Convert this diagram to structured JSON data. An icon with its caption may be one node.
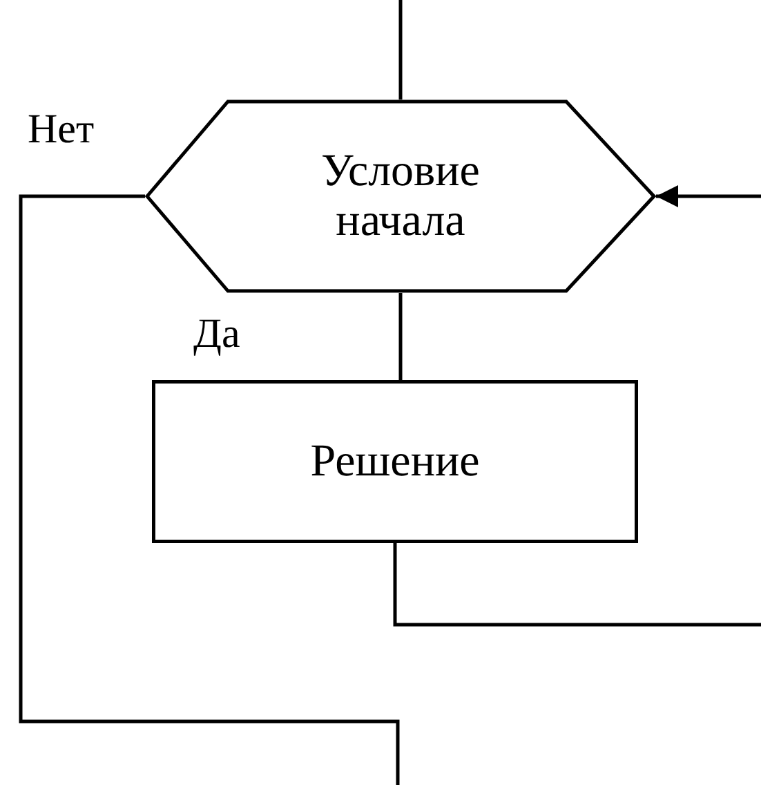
{
  "diagram": {
    "nodes": [
      {
        "text": [
          "Условие начала"
        ]
      },
      {
        "text": [
          "Решение"
        ]
      }
    ],
    "edges": [
      {
        "from": null,
        "to": 0,
        "arrow": "none"
      },
      {
        "from": 0,
        "to": 1,
        "arrow": "none",
        "label": "Да"
      },
      {
        "from": 0,
        "to": null,
        "arrow": "none",
        "label": "Нет"
      },
      {
        "from": 1,
        "to": null,
        "arrow": "none"
      },
      {
        "from": null,
        "to": 0,
        "arrow": "to"
      }
    ]
  }
}
